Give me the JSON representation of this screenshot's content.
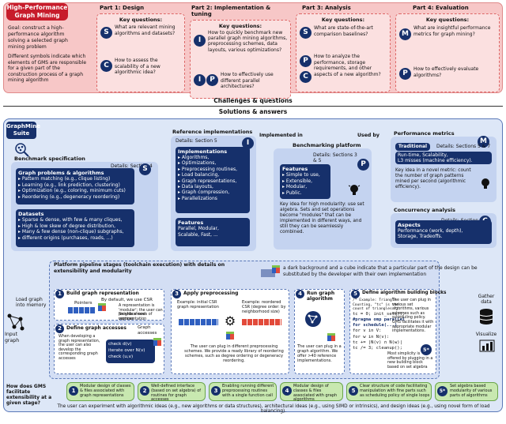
{
  "top": {
    "badge_title": "High-Performance Graph Mining",
    "goal_line1": "Goal: construct a high-",
    "goal_line2": "performance algorithm",
    "goal_line3": "solving a selected graph",
    "goal_line4": "mining problem",
    "symbols_text": "Different symbols indicate which elements of GMS are responsible for a given part of the construction process of a graph mining algorithm",
    "parts": [
      {
        "title": "Part 1: Design",
        "kq": "Key questions:",
        "q1": "What are relevant mining algorithms and datasets?",
        "q1_badge": "S",
        "q2": "How to assess the scalability of a new algorithmic idea?",
        "q2_badge": "C"
      },
      {
        "title": "Part 2: Implementation & tuning",
        "kq": "Key questions:",
        "q1": "How to quickly benchmark new parallel graph mining algorithms, preprocessing schemes, data layouts, various optimizations?",
        "q1_badge": "I",
        "q2": "How to effectively use different parallel architectures?",
        "q2_badge": "P"
      },
      {
        "title": "Part 3: Analysis",
        "kq": "Key questions:",
        "q1": "What are state-of-the-art comparison baselines?",
        "q1_badge": "S",
        "q2": "How to analyze the performance, storage requirements, and other aspects of a new algorithm?",
        "q2_badge": "P",
        "q3_badge": "C"
      },
      {
        "title": "Part 4: Evaluation",
        "kq": "Key questions:",
        "q1": "What are insightful performance metrics for graph mining?",
        "q1_badge": "M",
        "q2": "How to effectively evaluate algorithms?",
        "q2_badge": "P"
      }
    ]
  },
  "divider": {
    "challenges": "Challenges & questions",
    "solutions": "Solutions & answers"
  },
  "suite": {
    "title": "GraphMine Suite",
    "bench_spec": "Benchmark specification",
    "details_s4": "Details: Section 4",
    "graph_problems_title": "Graph problems & algorithms",
    "graph_problems": [
      "Pattern matching (e.g., clique listing)",
      "Learning (e.g., link prediction, clustering)",
      "Optimization (e.g., coloring, minimum cuts)",
      "Reordering (e.g., degeneracy reordering)"
    ],
    "datasets_title": "Datasets",
    "datasets": [
      "Sparse & dense, with few & many cliques,",
      "High & low skew of degree distribution,",
      "Many & few dense (non-clique) subgraphs,",
      "different origins (purchases, roads, ...)"
    ],
    "ref_impl": "Reference implementations",
    "details_s5": "Details: Section 5",
    "implementations_title": "Implementations",
    "implementations": [
      "Algorithms,",
      "Optimizations,",
      "Preprocessing routines,",
      "Load balancing,",
      "Graph representations,",
      "Data layouts,",
      "Graph compression,",
      "Parallelizations"
    ],
    "features_title": "Features",
    "features": [
      "Parallel,",
      "Modular,",
      "Scalable,",
      "Fast, ..."
    ],
    "implemented_in": "Implemented in",
    "used_by": "Used by",
    "bench_platform": "Benchmarking platform",
    "details_s35": "Details: Sections 3 & 5",
    "platform_features_title": "Features",
    "platform_features": [
      "Simple to use,",
      "Extensible,",
      "Modular,",
      "Public."
    ],
    "key_idea_platform": "Key idea for high modularity: use set algebra. Sets and set operations become \"modules\" that can be implemented in different ways, and still they can be seamlessly combined.",
    "perf_metrics": "Performance metrics",
    "details_s57": "Details: Sections 5 & 7",
    "traditional": "Traditional",
    "traditional_items": [
      "Run-time,",
      "Scalability,",
      "L3 misses (machine efficiency)."
    ],
    "key_idea_metric": "Key idea in a novel metric: count the number of graph patterns mined per second (algorithmic efficiency).",
    "concurrency": "Concurrency analysis",
    "details_s6": "Details: Section 6",
    "aspects_title": "Aspects",
    "aspects": [
      "Performance (work, depth),",
      "Storage,",
      "Tradeoffs."
    ],
    "pipeline_title": "Platform pipeline stages (toolchain execution) with details on extensibility and modularity",
    "cube_legend": "a dark background and a cube indicate that a particular part of the design can be substituted by the developer with their own implementation",
    "load_graph": "Load graph into memory",
    "input_graph": "Input graph",
    "gather_data": "Gather data",
    "visualize": "Visualize",
    "stage1_title": "Build graph representation",
    "stage1_default": "By default, we use CSR",
    "stage1_pointers": "Pointers",
    "stage1_neighborhoods": "Neighborhoods of vertices",
    "stage1_note": "A representation is 'modular'; the user can provide a new representation",
    "stage2_title": "Define graph accesses",
    "stage2_graph_accesses": "Graph accesses",
    "stage2_note": "When developing a graph representation, the user can also develop the corresponding graph accesses",
    "stage2_checks": [
      "check d(v)",
      "iterate over N(v)",
      "check (u,v)"
    ],
    "stage3_title": "Apply preprocessing",
    "stage3_ex1": "Example: initial CSR graph representation",
    "stage3_ex2": "Example: reordered CSR (degree order: by neighborhood size)",
    "stage3_note": "The user can plug in different preprocessing schemes. We provide a ready library of reordering schemes, such as degree ordering or degeneracy reordering.",
    "stage4_title": "Run graph algorithm",
    "stage4_note": "The user can plug in a graph algorithm. We offer >40 reference implementations.",
    "stage5_title": "Define algorithm building blocks",
    "code": [
      "/* Example: Triangle Counting, \"tc\" is the count of triangles */",
      "tc = 0; init_sets();",
      "#pragma omp parallel for schedule(...)",
      "for v in V:",
      "  for w in N(v):",
      "    tc += |N(v) ∩ N(w)|",
      "tc /= 3; cleanup();"
    ],
    "stage5_note1": "The user can plug in various set algorithms, various schemes such as scheduling policy. GMS facilitates it with appropriate modular implementations.",
    "stage5_note2": "Most simplicity is offered by plugging in a new building block based on set algebra",
    "how_facilitate": "How does GMS facilitate extensibility at a given stage?",
    "facilitate": [
      {
        "badge": "1",
        "text": "Modular design of classes & files associated with graph representations"
      },
      {
        "badge": "2",
        "text": "Well-defined interface (based on set algebra) of routines for graph accesses"
      },
      {
        "badge": "3",
        "text": "Enabling running different preprocessing routines with a single function call"
      },
      {
        "badge": "4",
        "text": "Modular design of classes & files associated with graph algorithms"
      },
      {
        "badge": "5",
        "text": "Clear structure of code facilitating manipulation with fine parts such as scheduling policy of single loops"
      },
      {
        "badge": "5*",
        "text": "Set algebra based modularity of various parts of algorithms"
      }
    ],
    "footer": "The user can experiment with algorithmic ideas (e.g., new algorithms or data structures), architectural ideas (e.g., using SIMD or intrinsics), and design ideas (e.g., using novel form of load balancing)."
  }
}
